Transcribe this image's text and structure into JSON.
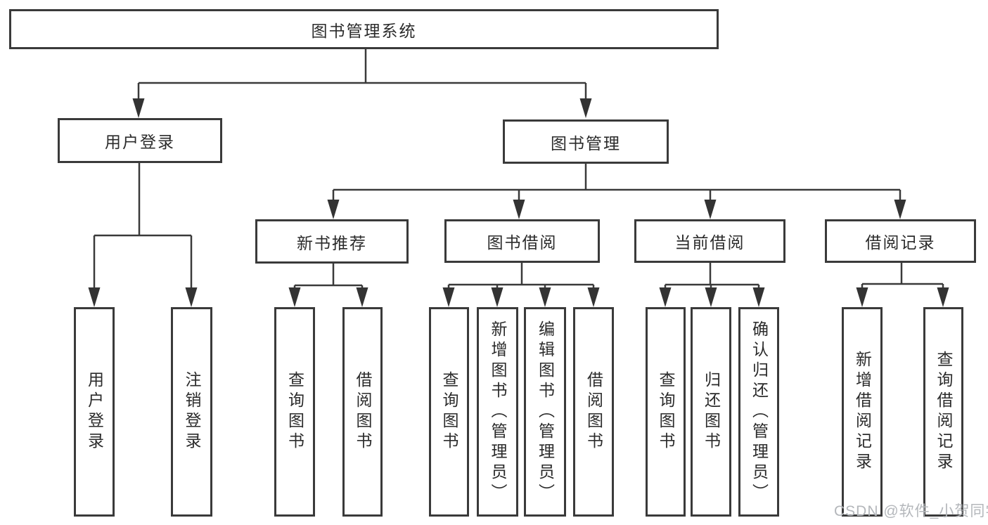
{
  "diagram": {
    "root": {
      "label": "图书管理系统"
    },
    "user_login": {
      "label": "用户登录",
      "children": {
        "login": "用户登录",
        "logout": "注销登录"
      }
    },
    "book_mgmt": {
      "label": "图书管理"
    },
    "new_books": {
      "label": "新书推荐",
      "children": {
        "query": "查询图书",
        "borrow": "借阅图书"
      }
    },
    "book_borrow": {
      "label": "图书借阅",
      "children": {
        "query": "查询图书",
        "add": "新增图书（管理员）",
        "edit": "编辑图书（管理员）",
        "borrow": "借阅图书"
      }
    },
    "current_borrow": {
      "label": "当前借阅",
      "children": {
        "query": "查询图书",
        "return": "归还图书",
        "confirm": "确认归还（管理员）"
      }
    },
    "borrow_records": {
      "label": "借阅记录",
      "children": {
        "add": "新增借阅记录",
        "query": "查询借阅记录"
      }
    }
  },
  "watermark": "CSDN @软件_小贺同学",
  "colors": {
    "line": "#3a3a3a",
    "text": "#2b2b2b",
    "watermark": "#b4b7bb"
  }
}
